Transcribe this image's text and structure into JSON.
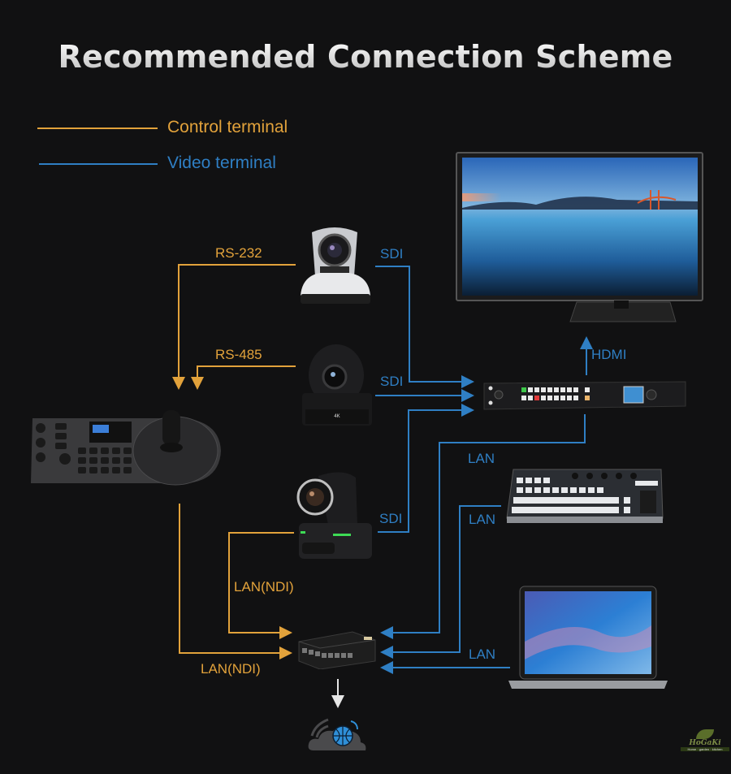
{
  "title": "Recommended Connection Scheme",
  "legend": [
    {
      "label": "Control terminal",
      "color": "#e2a23b"
    },
    {
      "label": "Video terminal",
      "color": "#2f7fc4"
    }
  ],
  "colors": {
    "control": "#e2a23b",
    "video": "#2f7fc4",
    "background": "#111112",
    "network": "#e6e6e6"
  },
  "connections": {
    "rs232": "RS-232",
    "rs485": "RS-485",
    "sdi_1": "SDI",
    "sdi_2": "SDI",
    "sdi_3": "SDI",
    "hdmi": "HDMI",
    "lan_switcher": "LAN",
    "lan_panel": "LAN",
    "lan_laptop": "LAN",
    "lan_ndi_camera": "LAN(NDI)",
    "lan_ndi_keyboard": "LAN(NDI)"
  },
  "devices": {
    "tv": "monitor",
    "camera_1": "ptz-camera-silver",
    "camera_2": "ptz-camera-black-4k",
    "camera_3": "ptz-camera-ndi",
    "keyboard": "ptz-joystick-controller",
    "switcher": "video-switcher-rack",
    "panel": "switcher-control-panel",
    "laptop": "laptop",
    "network_switch": "ethernet-switch",
    "cloud": "cloud-network"
  },
  "watermark": {
    "brand": "HoGaKi",
    "tagline": "Home · garden · kitchen"
  }
}
